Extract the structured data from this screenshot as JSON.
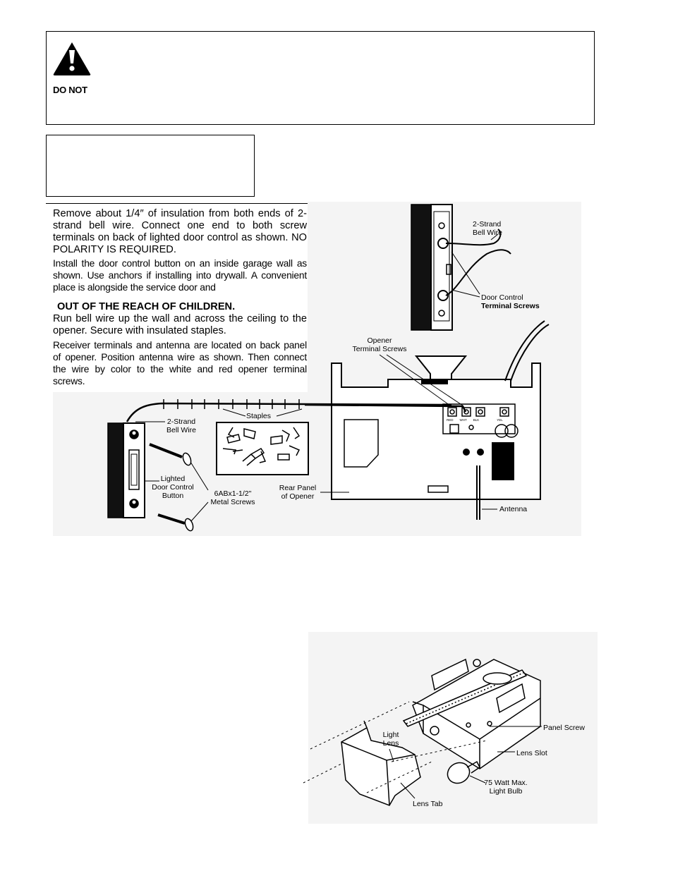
{
  "warning": {
    "icon": "warning-triangle-icon",
    "do_not": "DO NOT"
  },
  "instructions": {
    "step1": "Remove about 1/4″ of insulation from both ends of 2-strand bell wire. Connect one end to both screw terminals on back of lighted door control as shown.",
    "step1_emphasis": "NO POLARITY IS REQUIRED.",
    "step2": "Install the door control button on an inside garage wall as shown. Use anchors if installing into drywall. A convenient place is alongside the service door and",
    "step2_emphasis": "OUT OF THE REACH OF CHILDREN.",
    "step3": "Run bell wire up the wall and across the ceiling to the opener. Secure with insulated staples.",
    "step4": "Receiver terminals and antenna are located on back panel of opener. Position antenna wire as shown. Then connect the wire by color to the white and red opener terminal screws."
  },
  "figure1": {
    "top_bell_wire": [
      "2-Strand",
      "Bell Wire"
    ],
    "door_control_terminal_screws": [
      "Door Control",
      "Terminal Screws"
    ],
    "opener_terminal_screws": [
      "Opener",
      "Terminal Screws"
    ],
    "staples": "Staples",
    "left_bell_wire": [
      "2-Strand",
      "Bell Wire"
    ],
    "lighted_button": [
      "Lighted",
      "Door Control",
      "Button"
    ],
    "metal_screws": [
      "6ABx1-1/2\"",
      "Metal Screws"
    ],
    "rear_panel": [
      "Rear Panel",
      "of Opener"
    ],
    "antenna": "Antenna",
    "terminal_tags": [
      "RED",
      "WHT",
      "BLK",
      "YEL"
    ]
  },
  "figure2": {
    "light_lens": [
      "Light",
      "Lens"
    ],
    "panel_screw": "Panel Screw",
    "lens_slot": "Lens Slot",
    "light_bulb": [
      "75 Watt Max.",
      "Light Bulb"
    ],
    "lens_tab": "Lens Tab"
  }
}
